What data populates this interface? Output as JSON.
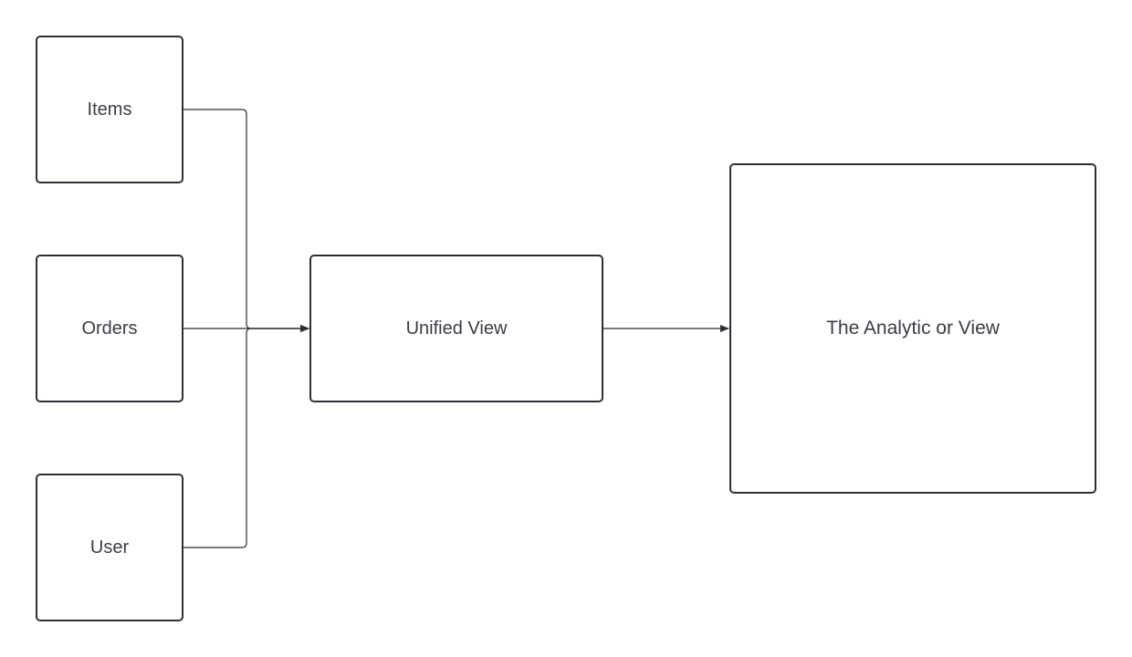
{
  "diagram": {
    "nodes": {
      "items": "Items",
      "orders": "Orders",
      "user": "User",
      "unified_view": "Unified View",
      "analytic": "The Analytic or View"
    },
    "edges": [
      {
        "from": "Items",
        "to": "Unified View"
      },
      {
        "from": "Orders",
        "to": "Unified View"
      },
      {
        "from": "User",
        "to": "Unified View"
      },
      {
        "from": "Unified View",
        "to": "The Analytic or View"
      }
    ],
    "colors": {
      "stroke": "#2c2f36",
      "text": "#3a3d45",
      "background": "#ffffff"
    }
  }
}
